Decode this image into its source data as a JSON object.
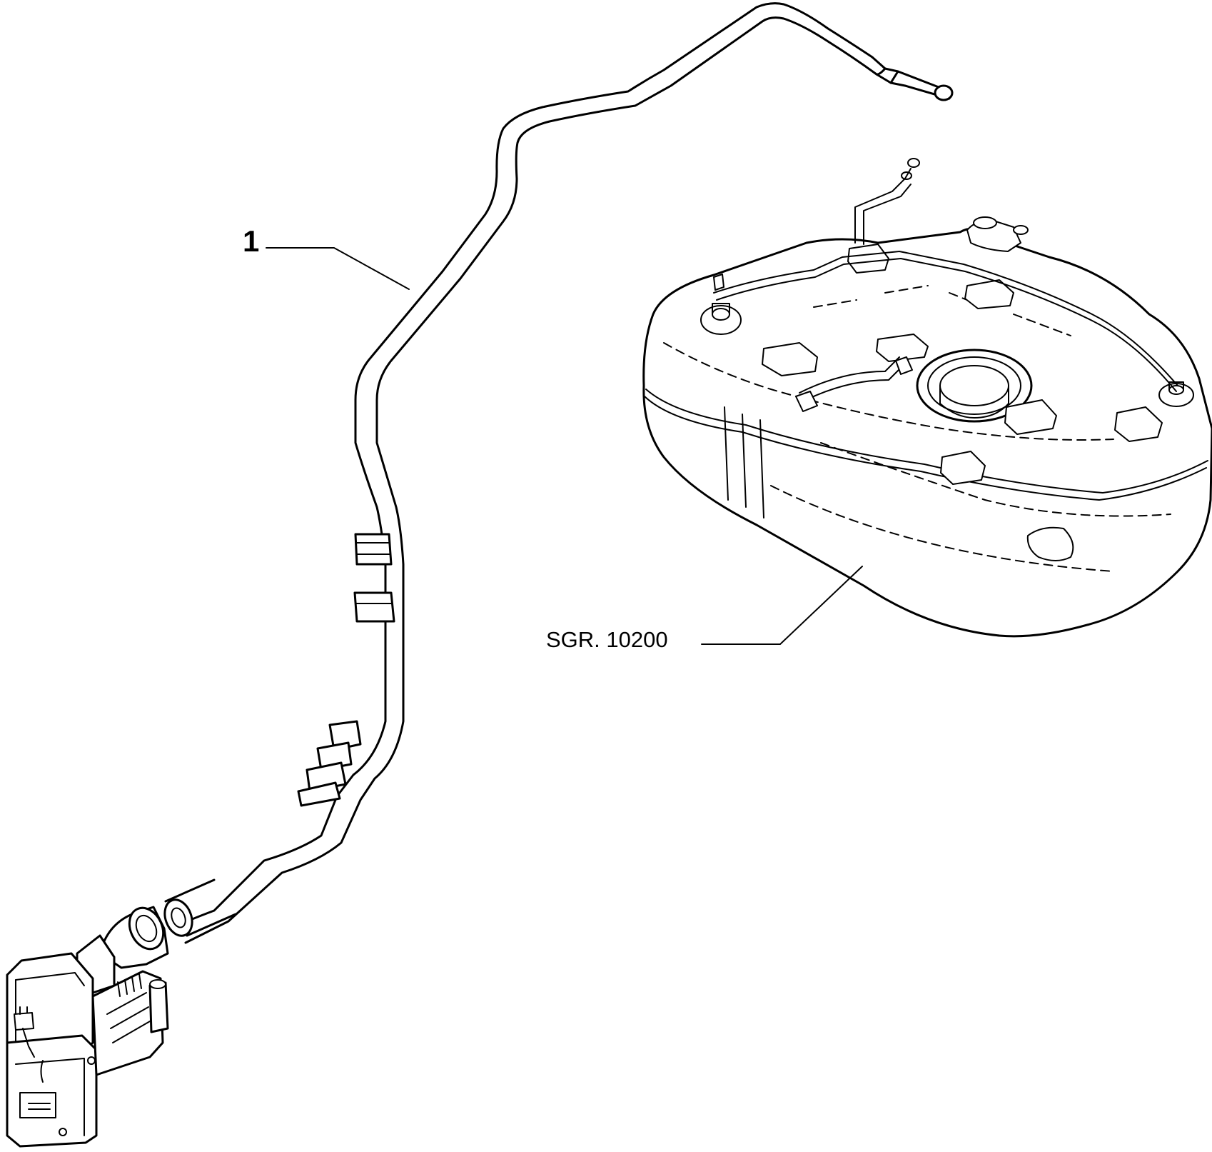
{
  "diagram": {
    "callouts": [
      {
        "id": "part-1",
        "label": "1"
      },
      {
        "id": "tank-ref",
        "label": "SGR. 10200"
      }
    ]
  }
}
